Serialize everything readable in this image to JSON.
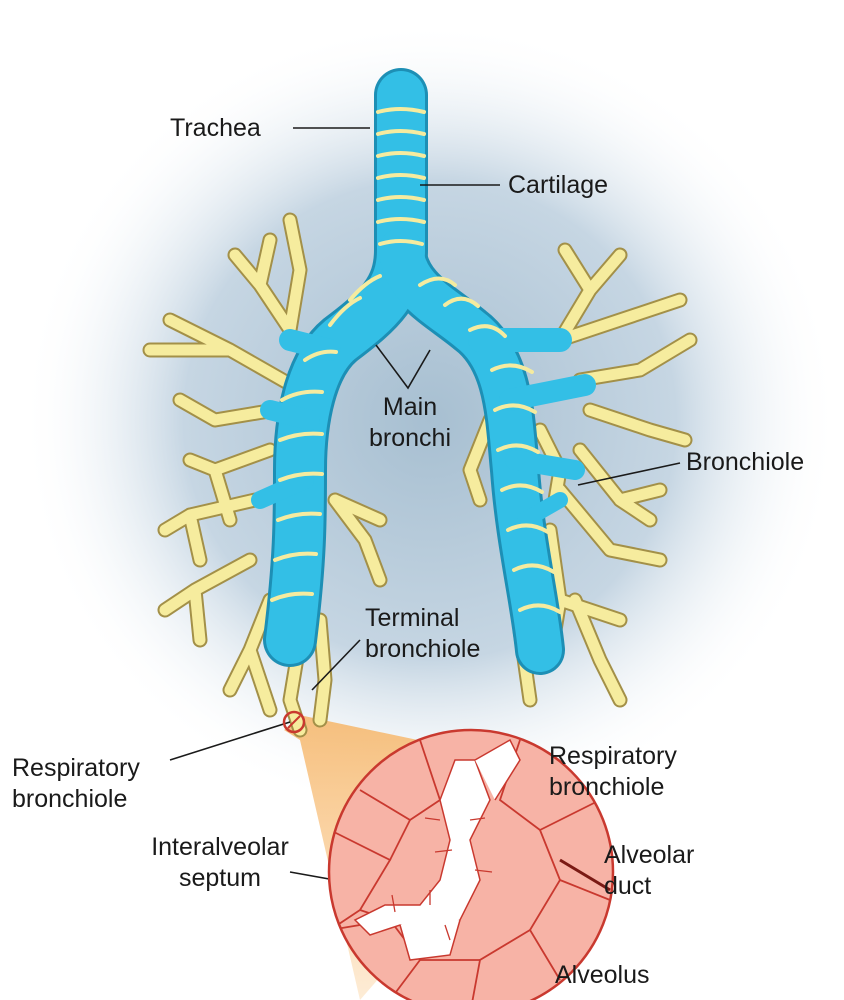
{
  "colors": {
    "airway": "#33bfe6",
    "airway_edge": "#1d8fb5",
    "cartilage": "#f5eb9f",
    "bronchiole": "#f6ec9e",
    "bronchiole_edge": "#a39048",
    "alveolus_fill": "#f7b3a6",
    "alveolus_edge": "#c9392f",
    "halo": "#b3c9d9",
    "cone": "#f8c88a"
  },
  "labels": {
    "trachea": "Trachea",
    "cartilage": "Cartilage",
    "main_bronchi": [
      "Main",
      "bronchi"
    ],
    "bronchiole": "Bronchiole",
    "terminal_bronchiole": [
      "Terminal",
      "bronchiole"
    ],
    "respiratory_bronchiole_left": [
      "Respiratory",
      "bronchiole"
    ],
    "respiratory_bronchiole_right": [
      "Respiratory",
      "bronchiole"
    ],
    "interalveolar_septum": [
      "Interalveolar",
      "septum"
    ],
    "alveolar_duct": [
      "Alveolar",
      "duct"
    ],
    "alveolus": "Alveolus"
  }
}
